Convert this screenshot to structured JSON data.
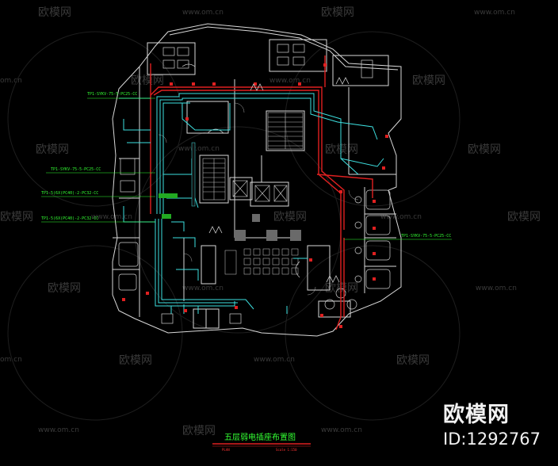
{
  "watermark": {
    "brand": "欧模网",
    "site": "www.om.cn",
    "site_short": "om.cn"
  },
  "brand_badge": {
    "name": "欧模网",
    "id": "ID:1292767"
  },
  "drawing": {
    "title": "五层弱电插座布置图",
    "scale_left": "PLAN",
    "scale_right": "Scale 1:150",
    "callouts": [
      "TP1-SYKV-75-5-PC25-CC",
      "TP1-SYKV-75-5-PC25-CC",
      "TP1-5(6X(PC40)-2-PC32-CC",
      "TP1-5(6X(PC40)-2-PC32-CC",
      "TP1-SYKV-75-5-PC25-CC"
    ]
  },
  "colors": {
    "background": "#000000",
    "wall": "#d8d8d8",
    "cable_cyan": "#3de0e0",
    "cable_red": "#e02020",
    "label_green": "#33ff33",
    "watermark": "#3a3a3a"
  }
}
